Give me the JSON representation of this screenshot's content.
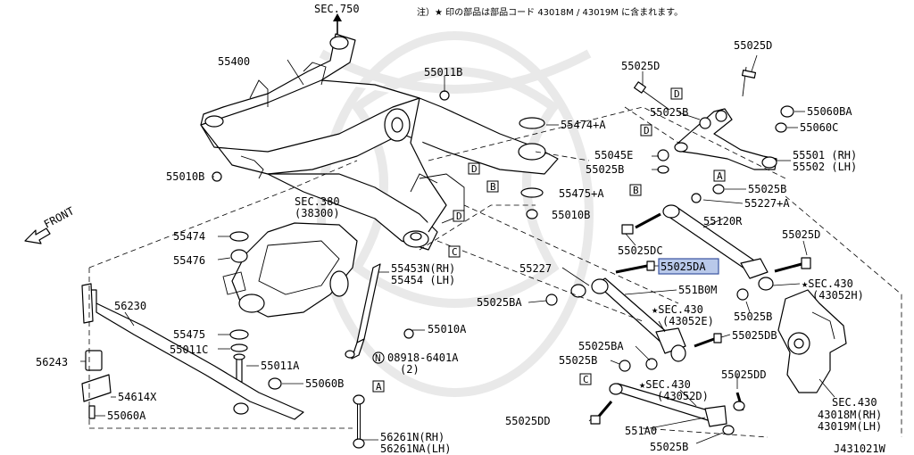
{
  "note": "注）★ 印の部品は部品コード 43018M / 43019M に含まれます。",
  "diagram_id": "J431021W",
  "front_label": "FRONT",
  "labels": {
    "sec750": "SEC.750",
    "p55400": "55400",
    "p55011B": "55011B",
    "p55474A": "55474+A",
    "p55045E": "55045E",
    "p55025B_a": "55025B",
    "p55475A": "55475+A",
    "p55010B_r": "55010B",
    "p55010B_l": "55010B",
    "sec380": "SEC.380",
    "sec380_sub": "(38300)",
    "p55474": "55474",
    "p55476": "55476",
    "p55475": "55475",
    "p55011C": "55011C",
    "p55011A": "55011A",
    "p55060B": "55060B",
    "p55453N": "55453N(RH)",
    "p55454": "55454 (LH)",
    "p55010A": "55010A",
    "p08918": "08918-6401A",
    "p08918_qty": "(2)",
    "p56230": "56230",
    "p56243": "56243",
    "p54614X": "54614X",
    "p55060A": "55060A",
    "p56261N": "56261N(RH)",
    "p56261NA": "56261NA(LH)",
    "p55025D_top": "55025D",
    "p55025D_left": "55025D",
    "p55025B_b": "55025B",
    "p55060BA": "55060BA",
    "p55060C": "55060C",
    "p55501": "55501 (RH)",
    "p55502": "55502 (LH)",
    "p55025B_c": "55025B",
    "p55227A": "55227+A",
    "p55120R": "55120R",
    "p55025DC": "55025DC",
    "p55025D_mid": "55025D",
    "p55227": "55227",
    "p55025DA": "55025DA",
    "p55025BA_l": "55025BA",
    "p551B0M": "551B0M",
    "sec430_1": "★SEC.430",
    "sec430_1_sub": "(43052H)",
    "sec430_2": "★SEC.430",
    "sec430_2_sub": "(43052E)",
    "p55025B_d": "55025B",
    "p55025BA_r": "55025BA",
    "p55025DB": "55025DB",
    "p55025B_e": "55025B",
    "p55025DD_r": "55025DD",
    "sec430_3": "★SEC.430",
    "sec430_3_sub": "(43052D)",
    "p55025DD_l": "55025DD",
    "p551A0": "551A0",
    "p55025B_f": "55025B",
    "sec430_4": "SEC.430",
    "sec430_4_a": "43018M(RH)",
    "sec430_4_b": "43019M(LH)"
  },
  "ref_letters": [
    "A",
    "B",
    "C",
    "D"
  ],
  "colors": {
    "line": "#000000",
    "highlight": "#b9c9ea",
    "watermark": "#e9e9e9"
  }
}
